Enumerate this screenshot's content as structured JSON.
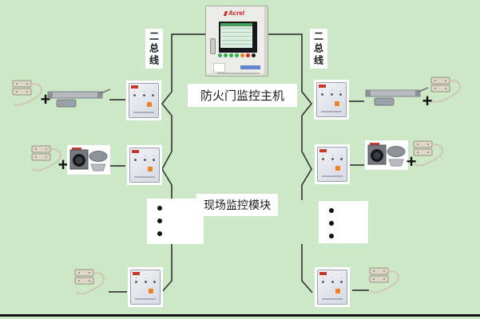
{
  "colors": {
    "background": "#cde8c6",
    "wire": "#3c3c3c",
    "label_background": "#ffffff",
    "module_led_orange": "#f08224",
    "brand_red": "#cc2027",
    "button_green": "#2db34a",
    "button_orange": "#f0821e",
    "button_red": "#e02421"
  },
  "host": {
    "brand": "Acrel",
    "label": "防火门监控主机"
  },
  "bus": {
    "left_label": "二总线",
    "right_label": "二总线"
  },
  "field_modules": {
    "label": "现场监控模块"
  },
  "symbols": {
    "plus": "+"
  }
}
